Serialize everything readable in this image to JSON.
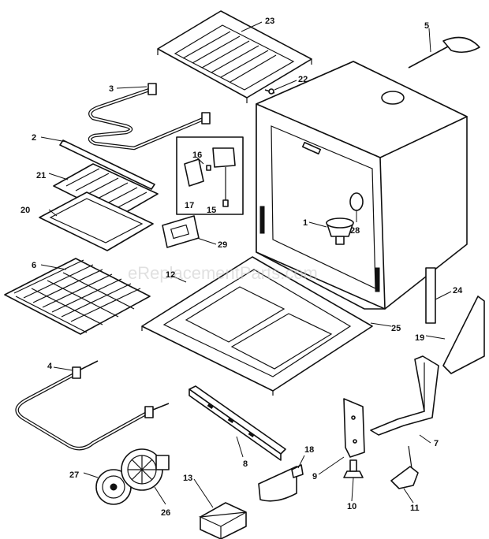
{
  "watermark": "eReplacementParts.com",
  "callouts": {
    "p1": "1",
    "p2": "2",
    "p3": "3",
    "p4": "4",
    "p5": "5",
    "p6": "6",
    "p7": "7",
    "p8": "8",
    "p9": "9",
    "p10": "10",
    "p11": "11",
    "p12": "12",
    "p13": "13",
    "p15": "15",
    "p16": "16",
    "p17": "17",
    "p18": "18",
    "p19": "19",
    "p20": "20",
    "p21": "21",
    "p22": "22",
    "p23": "23",
    "p24": "24",
    "p25": "25",
    "p26": "26",
    "p27": "27",
    "p28": "28",
    "p29": "29"
  },
  "colors": {
    "line": "#111111",
    "background": "#ffffff",
    "watermark": "#c8c8c8"
  }
}
